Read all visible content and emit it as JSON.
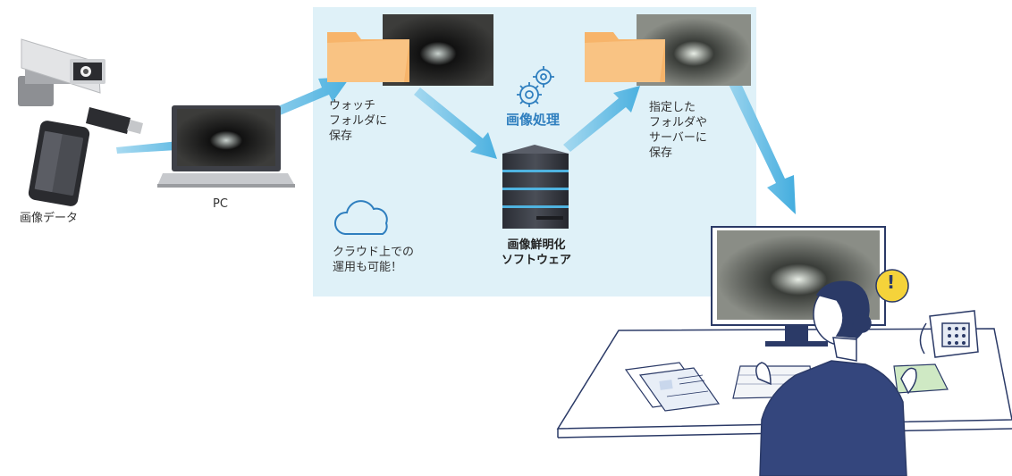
{
  "labels": {
    "image_data": "画像データ",
    "pc": "PC",
    "watch_folder": [
      "ウォッチ",
      "フォルダに",
      "保存"
    ],
    "image_processing": "画像処理",
    "dest_folder": [
      "指定した",
      "フォルダや",
      "サーバーに",
      "保存"
    ],
    "cloud": [
      "クラウド上での",
      "運用も可能！"
    ],
    "software": [
      "画像鮮明化",
      "ソフトウェア"
    ],
    "alert": "!"
  },
  "colors": {
    "panel_bg": "#dff1f8",
    "arrow": "#4fb3e0",
    "folder": "#f7b46a",
    "accent": "#2f7fbf",
    "operator_outline": "#2b3a67"
  },
  "icons": [
    "security-camera-icon",
    "usb-drive-icon",
    "smartphone-icon",
    "laptop-icon",
    "folder-icon",
    "gear-icon",
    "server-icon",
    "cloud-icon",
    "monitor-icon",
    "operator-icon",
    "telephone-icon",
    "alert-icon"
  ]
}
